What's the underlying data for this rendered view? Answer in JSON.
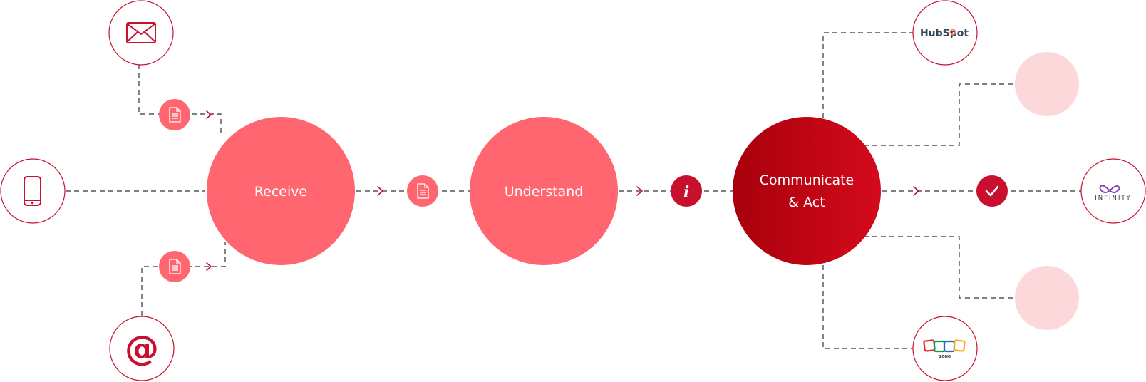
{
  "colors": {
    "stage_light": "#ff6670",
    "stage_dark_start": "#a8000c",
    "stage_dark_end": "#d40a1c",
    "icon_red": "#c8102e",
    "ring": "#c8102e",
    "dash": "#333333",
    "placeholder": "#fdd8da",
    "hubspot_dark": "#33475b",
    "hubspot_orange": "#ff7a59"
  },
  "stages": {
    "receive": "Receive",
    "understand": "Understand",
    "communicate_line1": "Communicate",
    "communicate_line2": "& Act"
  },
  "inputs": {
    "email": "envelope-icon",
    "mobile": "mobile-phone-icon",
    "at": "at-sign-icon"
  },
  "connectors": {
    "document": "document-icon",
    "info": "info-icon",
    "check": "checkmark-icon"
  },
  "integrations": {
    "hubspot": "HubSpot",
    "infinity": "INFINITY",
    "zoho": "ZOHO"
  }
}
